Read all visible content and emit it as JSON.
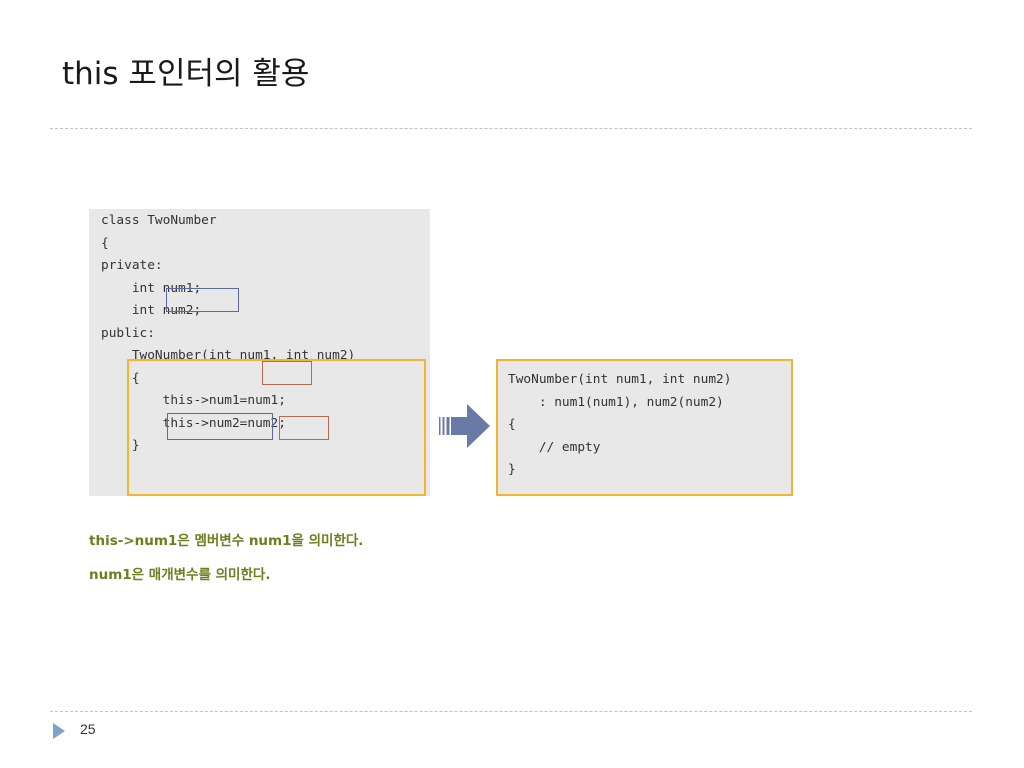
{
  "slide": {
    "title": "this 포인터의 활용",
    "page_number": "25"
  },
  "left_code": {
    "lines": [
      "class TwoNumber",
      "{",
      "private:",
      "    int num1;",
      "    int num2;",
      "public:",
      "    TwoNumber(int num1, int num2)",
      "    {",
      "        this->num1=num1;",
      "        this->num2=num2;",
      "    }"
    ]
  },
  "right_code": {
    "lines": [
      "TwoNumber(int num1, int num2)",
      "    : num1(num1), num2(num2)",
      "{",
      "    // empty",
      "}"
    ]
  },
  "notes": {
    "line1": "this->num1은 멤버변수 num1을 의미한다.",
    "line2": "num1은 매개변수를 의미한다."
  },
  "colors": {
    "member_highlight": "#5b6aa0",
    "param_highlight": "#b86a52",
    "block_highlight": "#f2b530",
    "note_text": "#6b7f1e",
    "arrow": "#6a7aa6"
  },
  "icons": {
    "arrow": "right-arrow-icon",
    "page_marker": "triangle-bullet-icon"
  }
}
